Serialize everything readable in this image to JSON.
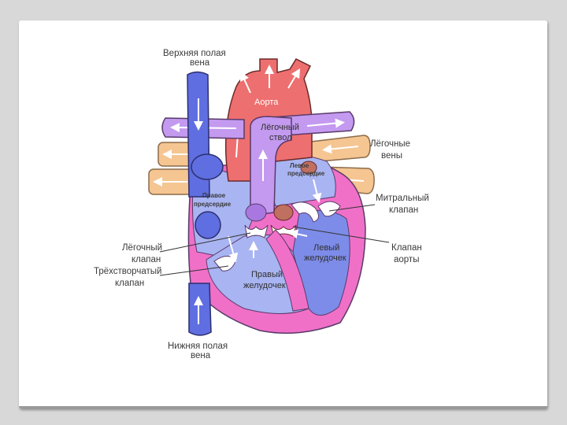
{
  "labels": {
    "superior_vena_cava": [
      "Верхняя полая",
      "вена"
    ],
    "aorta": "Аорта",
    "pulmonary_trunk": [
      "Лёгочный",
      "ствол"
    ],
    "pulmonary_veins": [
      "Лёгочные",
      "вены"
    ],
    "left_atrium": [
      "Левое",
      "предсердие"
    ],
    "mitral_valve": [
      "Митральный",
      "клапан"
    ],
    "right_atrium": [
      "Правое",
      "предсердие"
    ],
    "pulmonary_valve": [
      "Лёгочный",
      "клапан"
    ],
    "tricuspid_valve": [
      "Трёхстворчатый",
      "клапан"
    ],
    "left_ventricle": [
      "Левый",
      "желудочек"
    ],
    "aortic_valve": [
      "Клапан",
      "аорты"
    ],
    "right_ventricle": [
      "Правый",
      "желудочек"
    ],
    "inferior_vena_cava": [
      "Нижняя полая",
      "вена"
    ]
  },
  "colors": {
    "vena_blue": "#5f6ee0",
    "vena_light": "#a7b0f0",
    "aorta_red": "#ee6f6f",
    "pulmonary_violet": "#c39af0",
    "pulmonary_vein_tan": "#f5c592",
    "wall_pink": "#f070c8",
    "left_chamber": "#7d8ce8",
    "right_chamber": "#a9b4f2"
  }
}
